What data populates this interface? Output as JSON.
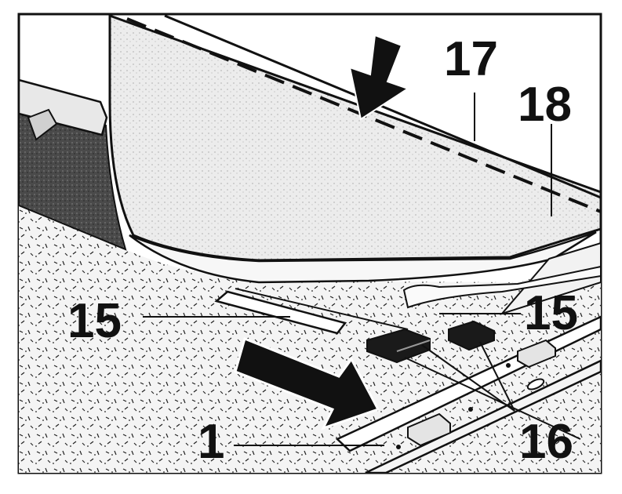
{
  "labels": {
    "l1": "1",
    "l15a": "15",
    "l15b": "15",
    "l16": "16",
    "l17": "17",
    "l18": "18"
  },
  "colors": {
    "ink": "#111111",
    "paper": "#ffffff",
    "floor": "#efefef",
    "panel": "#e6e6e6",
    "dark": "#333333"
  }
}
